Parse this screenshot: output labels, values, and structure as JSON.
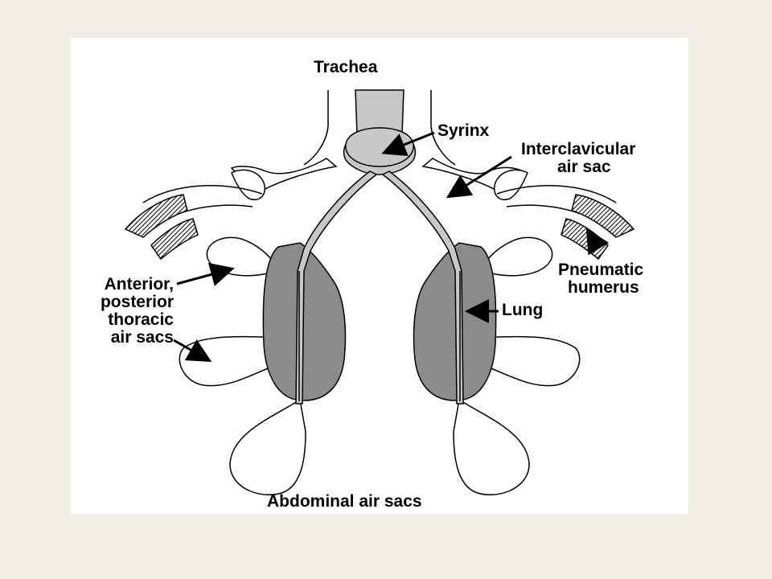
{
  "diagram": {
    "labels": {
      "trachea": "Trachea",
      "syrinx": "Syrinx",
      "interclavicular": [
        "Interclavicular",
        "air sac"
      ],
      "pneumatic_humerus": [
        "Pneumatic",
        "humerus"
      ],
      "thoracic": [
        "Anterior,",
        "posterior",
        "thoracic",
        "air sacs"
      ],
      "lung": "Lung",
      "abdominal": "Abdominal air sacs"
    },
    "colors": {
      "background": "#efede6",
      "panel": "#ffffff",
      "lung_fill": "#8c8c8c",
      "bronchus_fill": "#c8c8c8",
      "humerus_fill": "#1a1a1a",
      "outline": "#000000"
    }
  }
}
